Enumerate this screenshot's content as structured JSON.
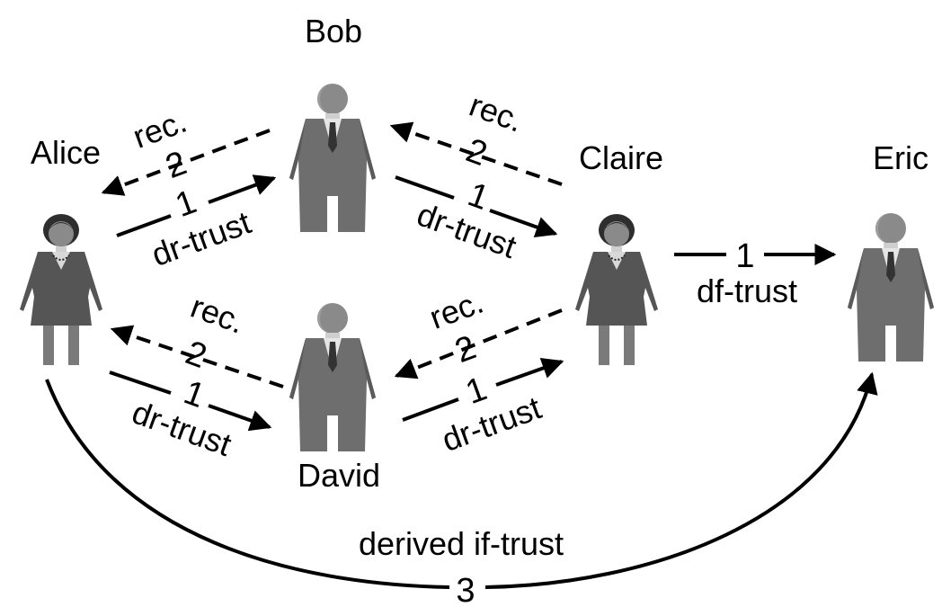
{
  "people": {
    "alice": {
      "name": "Alice"
    },
    "bob": {
      "name": "Bob"
    },
    "claire": {
      "name": "Claire"
    },
    "david": {
      "name": "David"
    },
    "eric": {
      "name": "Eric"
    }
  },
  "edges": {
    "bob_to_alice": {
      "label": "rec.",
      "number": "2",
      "style": "dashed"
    },
    "alice_to_bob": {
      "label": "dr-trust",
      "number": "1",
      "style": "solid"
    },
    "claire_to_bob": {
      "label": "rec.",
      "number": "2",
      "style": "dashed"
    },
    "bob_to_claire": {
      "label": "dr-trust",
      "number": "1",
      "style": "solid"
    },
    "claire_to_eric": {
      "label": "df-trust",
      "number": "1",
      "style": "solid"
    },
    "david_to_alice": {
      "label": "rec.",
      "number": "2",
      "style": "dashed"
    },
    "alice_to_david": {
      "label": "dr-trust",
      "number": "1",
      "style": "solid"
    },
    "claire_to_david": {
      "label": "rec.",
      "number": "2",
      "style": "dashed"
    },
    "david_to_claire": {
      "label": "dr-trust",
      "number": "1",
      "style": "solid"
    },
    "alice_to_eric": {
      "label": "derived if-trust",
      "number": "3",
      "style": "solid"
    }
  },
  "colors": {
    "suit": "#6e6e6e",
    "suit_dark": "#4a4a4a",
    "head": "#8a8a8a",
    "woman_dress": "#555555",
    "hair": "#2e2e2e",
    "legs": "#7a7a7a",
    "line": "#000000"
  }
}
